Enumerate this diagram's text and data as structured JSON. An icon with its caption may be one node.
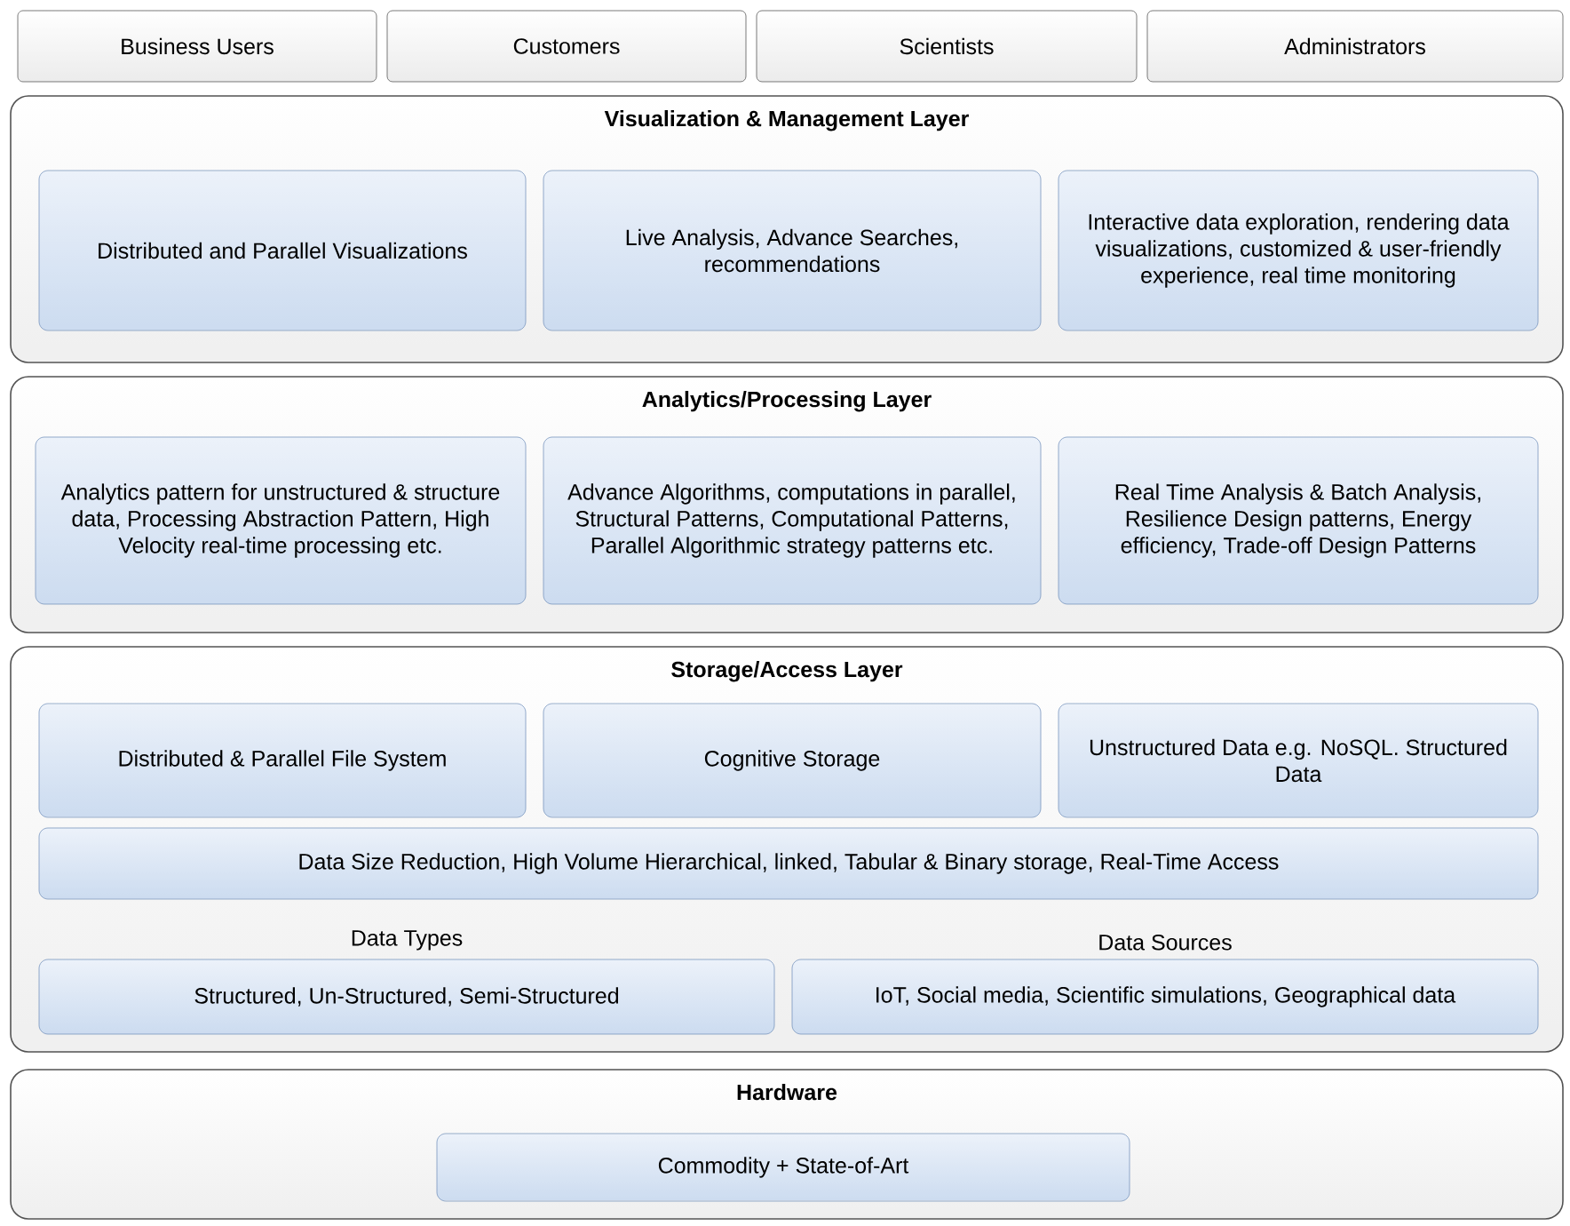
{
  "diagram": {
    "nodes": [
      {
        "text": [
          "Business Users"
        ]
      },
      {
        "text": [
          "Customers"
        ]
      },
      {
        "text": [
          "Scientists"
        ]
      },
      {
        "text": [
          "Administrators"
        ]
      },
      {
        "text": [
          "Visualization & Management Layer"
        ]
      },
      {
        "text": [
          "Distributed and Parallel Visualizations"
        ],
        "in": 4
      },
      {
        "text": [
          "Live Analysis, Advance Searches, recommendations"
        ],
        "in": 4
      },
      {
        "text": [
          "Interactive data exploration, rendering data visualizations, customized & user-friendly experience, real time monitoring"
        ],
        "in": 4
      },
      {
        "text": [
          "Analytics/Processing Layer"
        ]
      },
      {
        "text": [
          "Analytics pattern for unstructured & structure data, Processing Abstraction Pattern, High Velocity real-time processing etc."
        ],
        "in": 8
      },
      {
        "text": [
          "Advance Algorithms, computations in parallel, Structural Patterns, Computational Patterns, Parallel Algorithmic strategy patterns etc."
        ],
        "in": 8
      },
      {
        "text": [
          "Real Time Analysis & Batch Analysis, Resilience Design patterns, Energy efficiency, Trade-off Design Patterns"
        ],
        "in": 8
      },
      {
        "text": [
          "Storage/Access Layer"
        ]
      },
      {
        "text": [
          "Distributed & Parallel File System"
        ],
        "in": 12
      },
      {
        "text": [
          "Cognitive Storage"
        ],
        "in": 12
      },
      {
        "text": [
          "Unstructured Data e.g. NoSQL. Structured Data"
        ],
        "in": 12
      },
      {
        "text": [
          "Data Size Reduction, High Volume Hierarchical, linked, Tabular & Binary storage, Real-Time Access"
        ],
        "in": 12
      },
      {
        "text": [
          "Data Types",
          "Structured, Un-Structured, Semi-Structured"
        ],
        "in": 12
      },
      {
        "text": [
          "Data Sources",
          "IoT, Social media, Scientific simulations, Geographical data"
        ],
        "in": 12
      },
      {
        "text": [
          "Hardware"
        ]
      },
      {
        "text": [
          "Commodity + State-of-Art"
        ],
        "in": 19
      }
    ]
  }
}
